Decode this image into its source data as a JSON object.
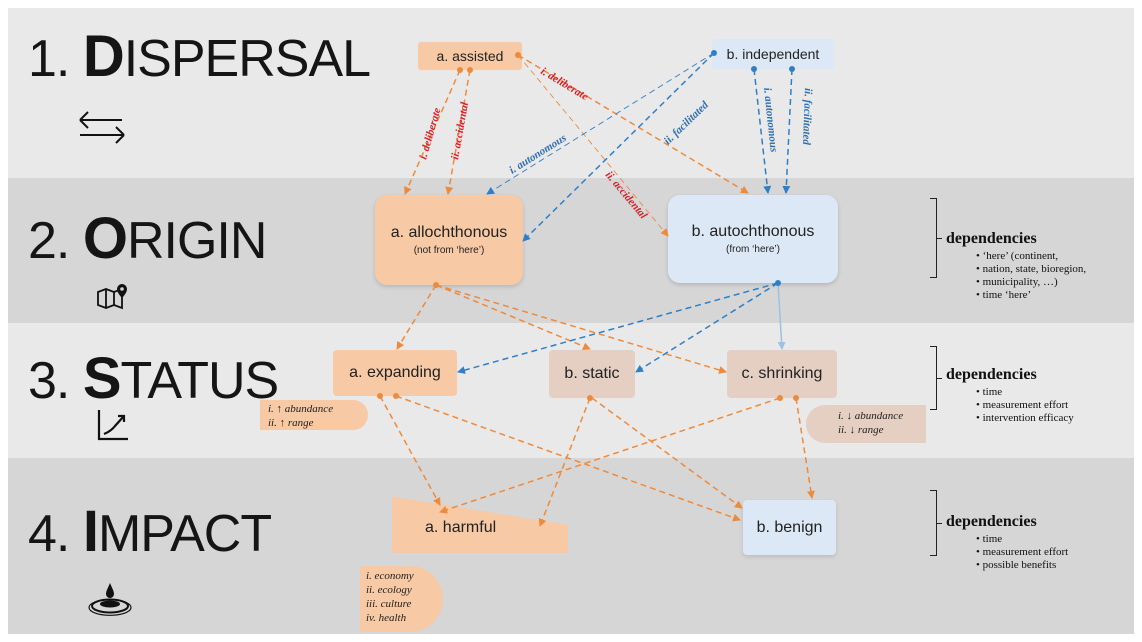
{
  "stages": [
    {
      "id": "dispersal",
      "number": "1.",
      "initial": "D",
      "rest": "ISPERSAL",
      "icon": "swap-arrows-icon"
    },
    {
      "id": "origin",
      "number": "2.",
      "initial": "O",
      "rest": "RIGIN",
      "icon": "map-pin-icon"
    },
    {
      "id": "status",
      "number": "3.",
      "initial": "S",
      "rest": "TATUS",
      "icon": "trend-chart-icon"
    },
    {
      "id": "impact",
      "number": "4.",
      "initial": "I",
      "rest": "MPACT",
      "icon": "water-drop-icon"
    }
  ],
  "nodes": {
    "assisted": {
      "label": "a. assisted"
    },
    "independent": {
      "label": "b. independent"
    },
    "allochthonous": {
      "label": "a. allochthonous",
      "sub": "(not from ‘here’)"
    },
    "autochthonous": {
      "label": "b. autochthonous",
      "sub": "(from ‘here’)"
    },
    "expanding": {
      "label": "a. expanding"
    },
    "static": {
      "label": "b. static"
    },
    "shrinking": {
      "label": "c. shrinking"
    },
    "harmful": {
      "label": "a. harmful"
    },
    "benign": {
      "label": "b. benign"
    }
  },
  "edge_labels": {
    "assisted_deliberate_left": "i. deliberate",
    "assisted_accidental_left": "ii. accidental",
    "assisted_deliberate_right": "i. deliberate",
    "assisted_accidental_right": "ii. accidental",
    "independent_autonomous_left": "i. autonomous",
    "independent_facilitated_left": "ii. facilitated",
    "independent_autonomous_right": "i. autonomous",
    "independent_facilitated_right": "ii. facilitated"
  },
  "notes": {
    "expanding": [
      "i. ↑ abundance",
      "ii. ↑ range"
    ],
    "shrinking": [
      "i. ↓ abundance",
      "ii. ↓ range"
    ],
    "harmful": [
      "i. economy",
      "ii. ecology",
      "iii. culture",
      "iv. health"
    ]
  },
  "dependencies": {
    "origin": {
      "heading": "dependencies",
      "items": [
        "‘here’ (continent,",
        "nation, state, bioregion,",
        "municipality, …)",
        "time ‘here’"
      ]
    },
    "status": {
      "heading": "dependencies",
      "items": [
        "time",
        "measurement effort",
        "intervention efficacy"
      ]
    },
    "impact": {
      "heading": "dependencies",
      "items": [
        "time",
        "measurement effort",
        "possible benefits"
      ]
    }
  },
  "colors": {
    "orange_node": "#f7c9a5",
    "blue_node": "#dde8f7",
    "tan_node": "#e4cfc2",
    "orange_arrow": "#ee8a3c",
    "blue_arrow": "#2f7fc7",
    "red_label": "#d2232a",
    "blue_label": "#2f6fb0"
  }
}
